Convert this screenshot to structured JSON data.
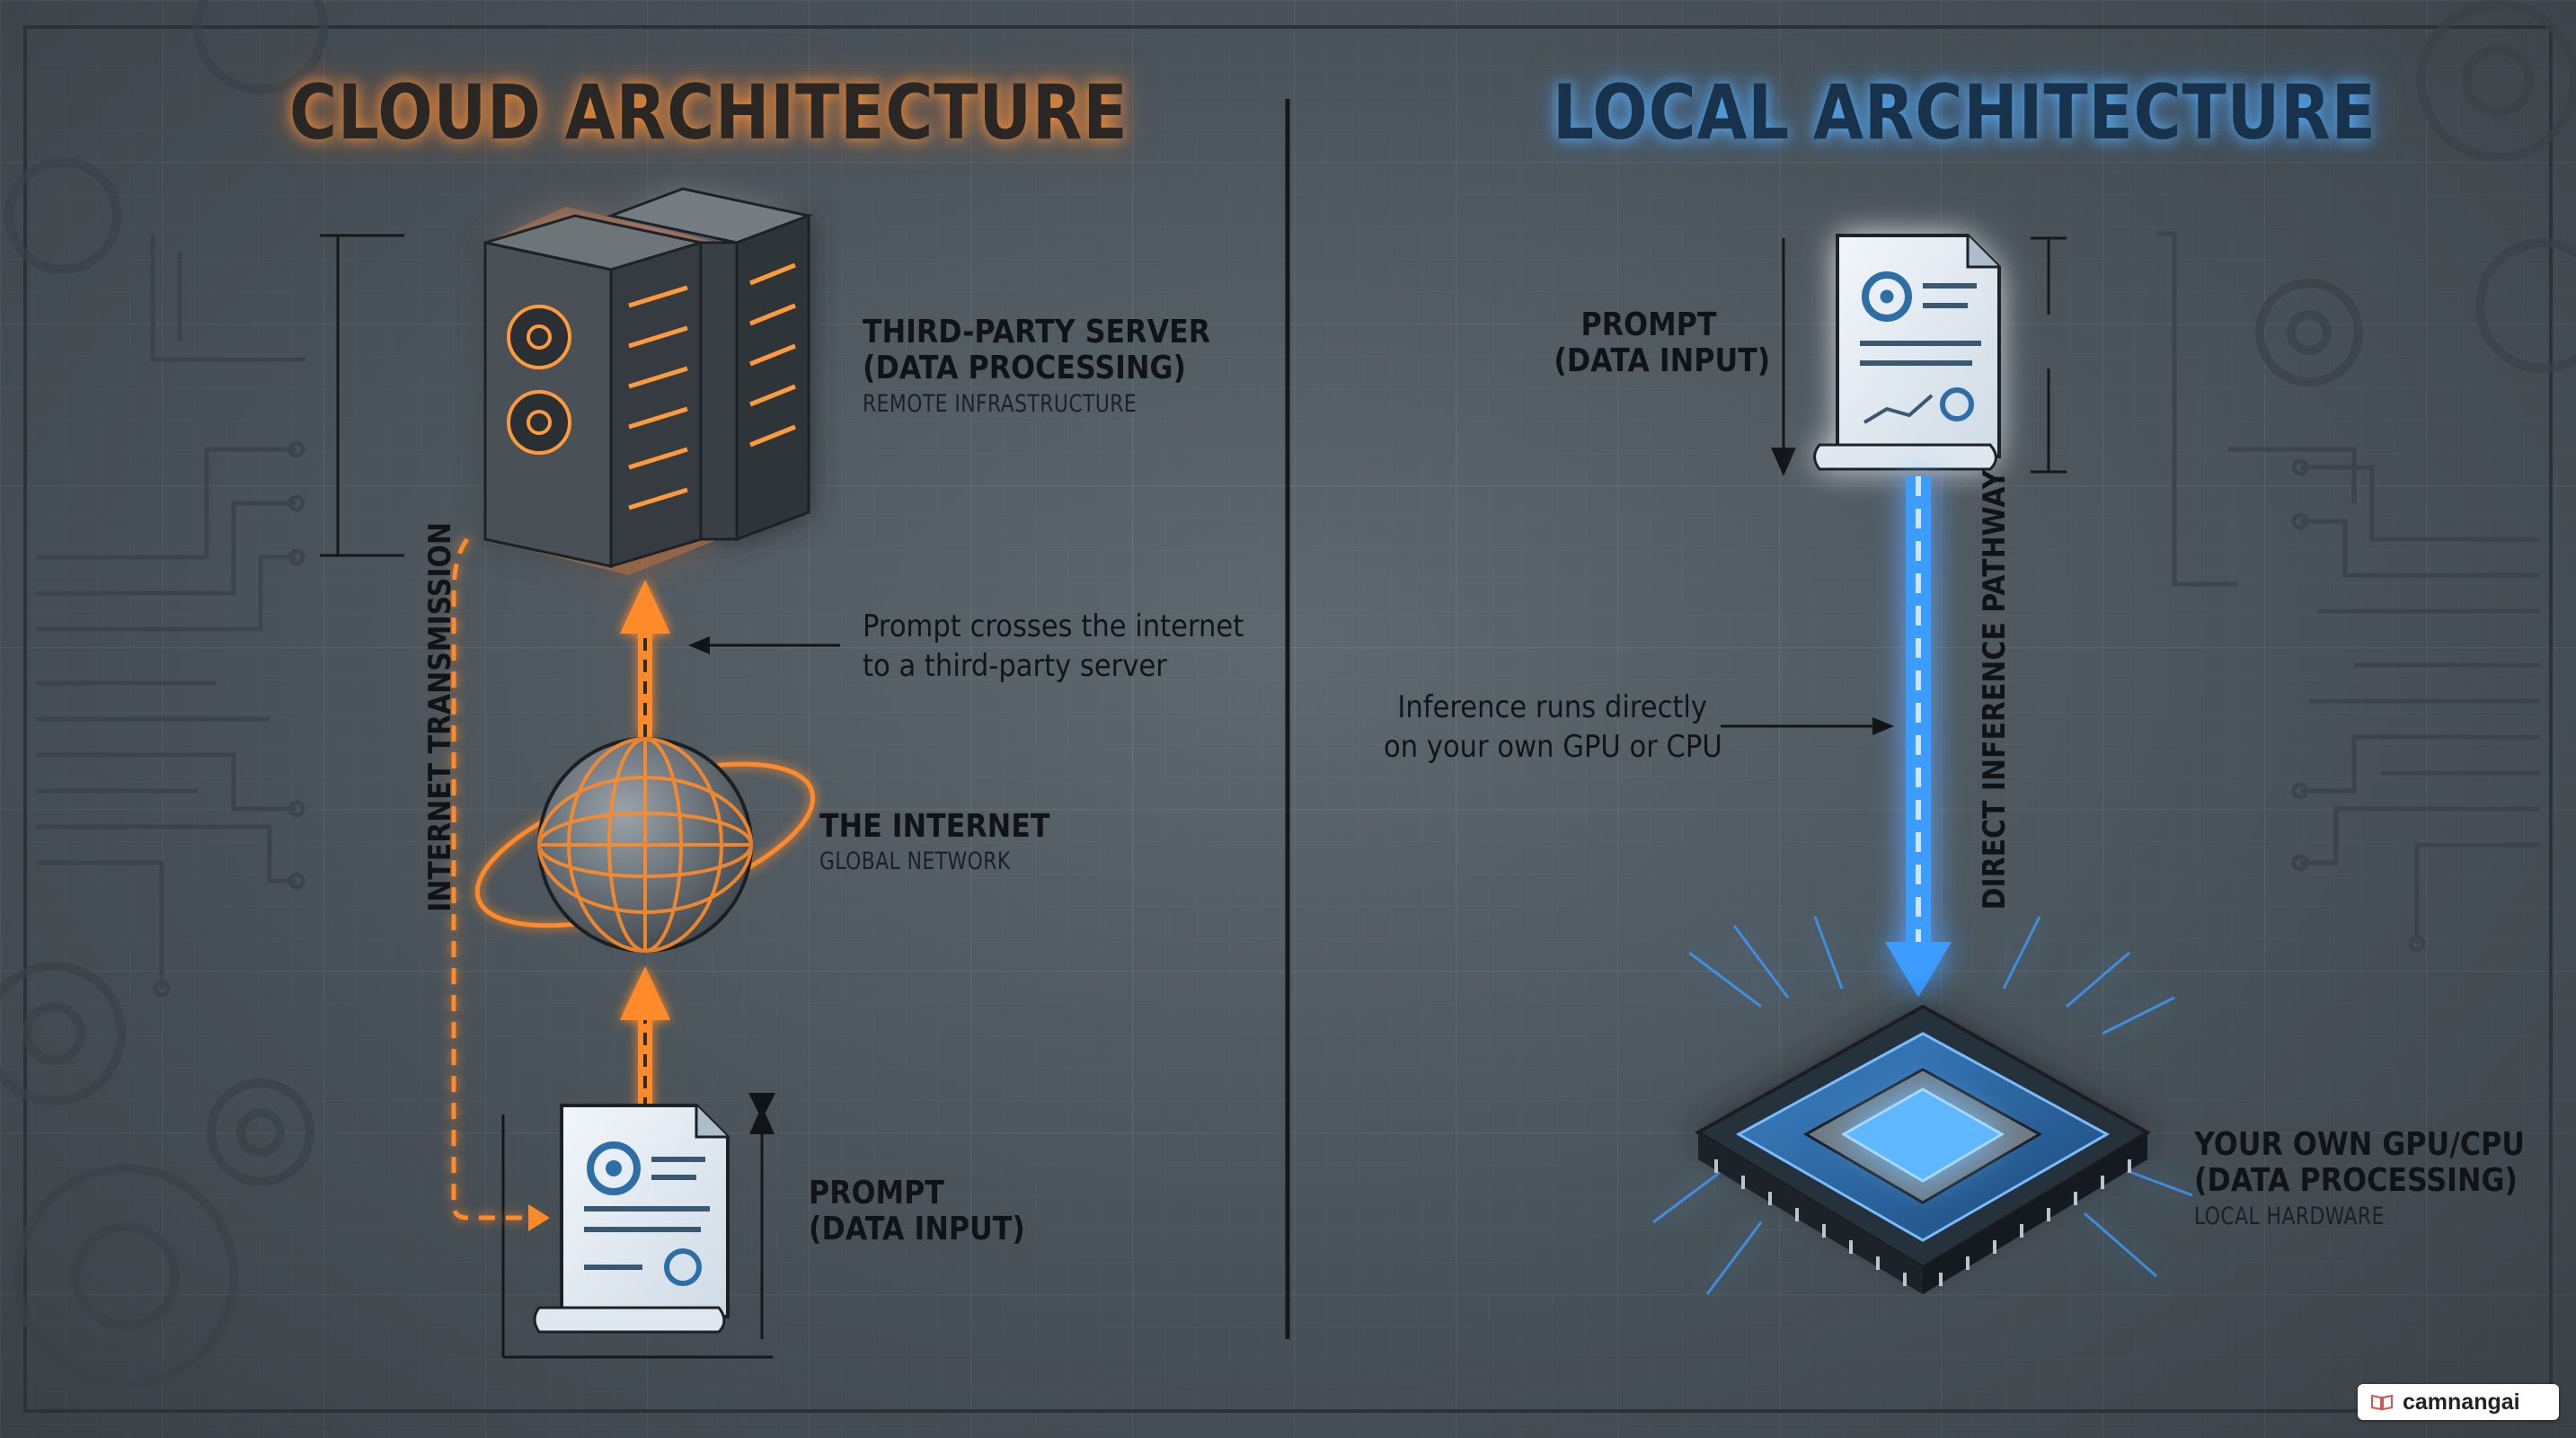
{
  "cloud": {
    "heading": "CLOUD ARCHITECTURE",
    "server": {
      "title_line1": "THIRD-PARTY SERVER",
      "title_line2": "(DATA PROCESSING)",
      "subtitle": "REMOTE INFRASTRUCTURE"
    },
    "internet": {
      "title": "THE INTERNET",
      "subtitle": "GLOBAL NETWORK"
    },
    "prompt": {
      "title_line1": "PROMPT",
      "title_line2": "(DATA INPUT)"
    },
    "annotation_line1": "Prompt crosses the internet",
    "annotation_line2": "to a third-party server",
    "pathway_label": "INTERNET TRANSMISSION",
    "accent_color": "#ff8a2a"
  },
  "local": {
    "heading": "LOCAL ARCHITECTURE",
    "prompt": {
      "title_line1": "PROMPT",
      "title_line2": "(DATA INPUT)"
    },
    "annotation_line1": "Inference runs directly",
    "annotation_line2": "on your own GPU or CPU",
    "pathway_label": "DIRECT INFERENCE PATHWAY",
    "hardware": {
      "title_line1": "YOUR OWN GPU/CPU",
      "title_line2": "(DATA PROCESSING)",
      "subtitle": "LOCAL HARDWARE"
    },
    "accent_color": "#3c9cff"
  },
  "watermark": {
    "icon": "book-icon",
    "text": "camnangai"
  }
}
